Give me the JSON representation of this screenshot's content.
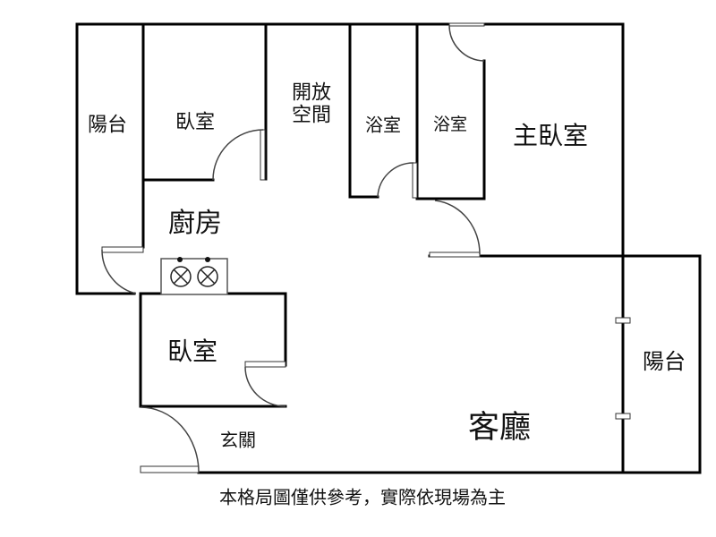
{
  "rooms": {
    "balcony_left": "陽台",
    "bedroom_top": "臥室",
    "open_space_line1": "開放",
    "open_space_line2": "空間",
    "bathroom_1": "浴室",
    "bathroom_2": "浴室",
    "master_bedroom": "主臥室",
    "kitchen": "廚房",
    "bedroom_bottom": "臥室",
    "entrance": "玄關",
    "living_room": "客廳",
    "balcony_right": "陽台"
  },
  "caption": "本格局圖僅供參考，實際依現場為主"
}
